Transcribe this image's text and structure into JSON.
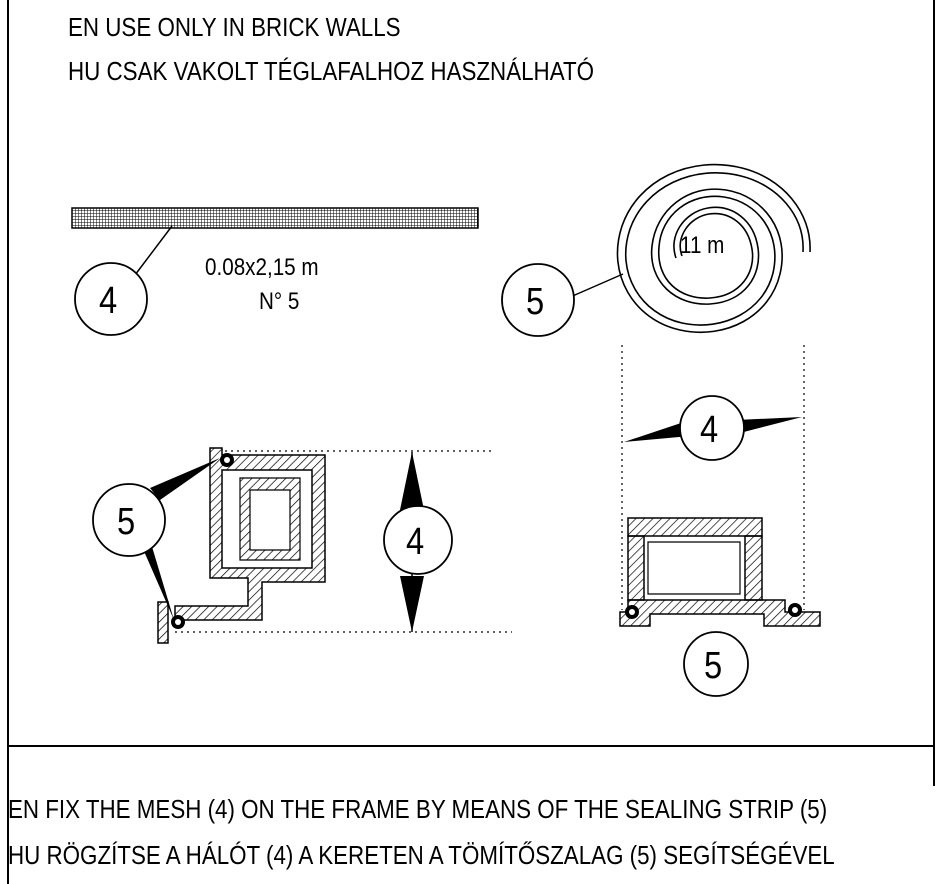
{
  "header": {
    "line_en": "EN USE ONLY IN BRICK WALLS",
    "line_hu": "HU CSAK VAKOLT TÉGLAFALHOZ HASZNÁLHATÓ"
  },
  "mesh": {
    "callout": "4",
    "dimension": "0.08x2,15 m",
    "quantity": "N° 5"
  },
  "strip": {
    "callout": "5",
    "length": "11 m"
  },
  "section_left": {
    "callout_strip": "5",
    "callout_mesh": "4"
  },
  "section_right": {
    "callout_mesh": "4",
    "callout_strip": "5"
  },
  "footer": {
    "line_en": "EN FIX THE MESH (4) ON THE FRAME BY MEANS OF THE SEALING STRIP (5)",
    "line_hu": "HU RÖGZÍTSE A HÁLÓT (4) A KERETEN A TÖMÍTŐSZALAG (5) SEGÍTSÉGÉVEL"
  }
}
